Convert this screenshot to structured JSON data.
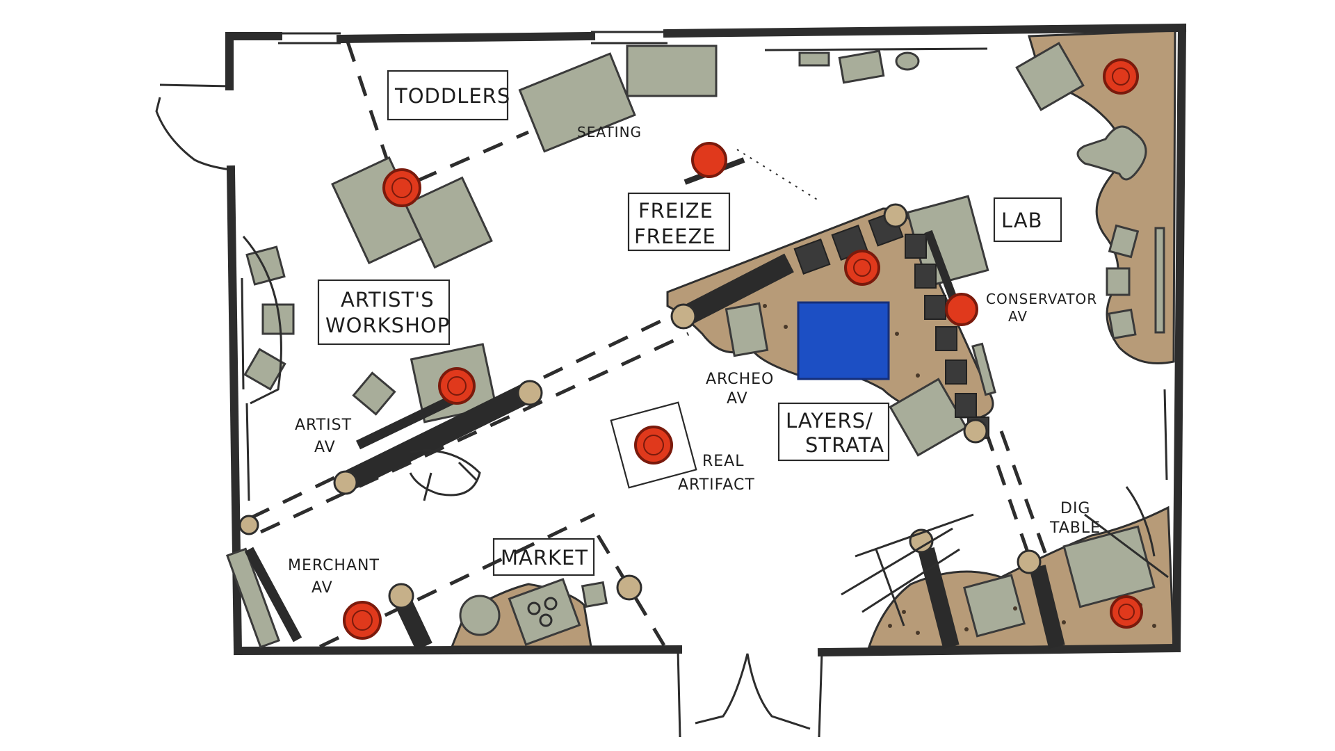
{
  "colors": {
    "wall": "#2d2d2d",
    "floor_tan": "#b79b78",
    "furniture_gray": "#a8ad9a",
    "artifact_red": "#e0391c",
    "av_blue": "#1c4fc4"
  },
  "zones": {
    "toddlers": "TODDLERS",
    "seating": "SEATING",
    "freize_line1": "FREIZE",
    "freize_line2": "FREEZE",
    "lab": "LAB",
    "artists_workshop_line1": "ARTIST'S",
    "artists_workshop_line2": "WORKSHOP",
    "conservator_line1": "CONSERVATOR",
    "conservator_line2": "AV",
    "archeo_line1": "ARCHEO",
    "archeo_line2": "AV",
    "layers_line1": "LAYERS/",
    "layers_line2": "STRATA",
    "artist_av_line1": "ARTIST",
    "artist_av_line2": "AV",
    "real_artifact_line1": "REAL",
    "real_artifact_line2": "ARTIFACT",
    "dig_table_line1": "DIG",
    "dig_table_line2": "TABLE",
    "merchant_line1": "MERCHANT",
    "merchant_line2": "AV",
    "market": "MARKET"
  }
}
